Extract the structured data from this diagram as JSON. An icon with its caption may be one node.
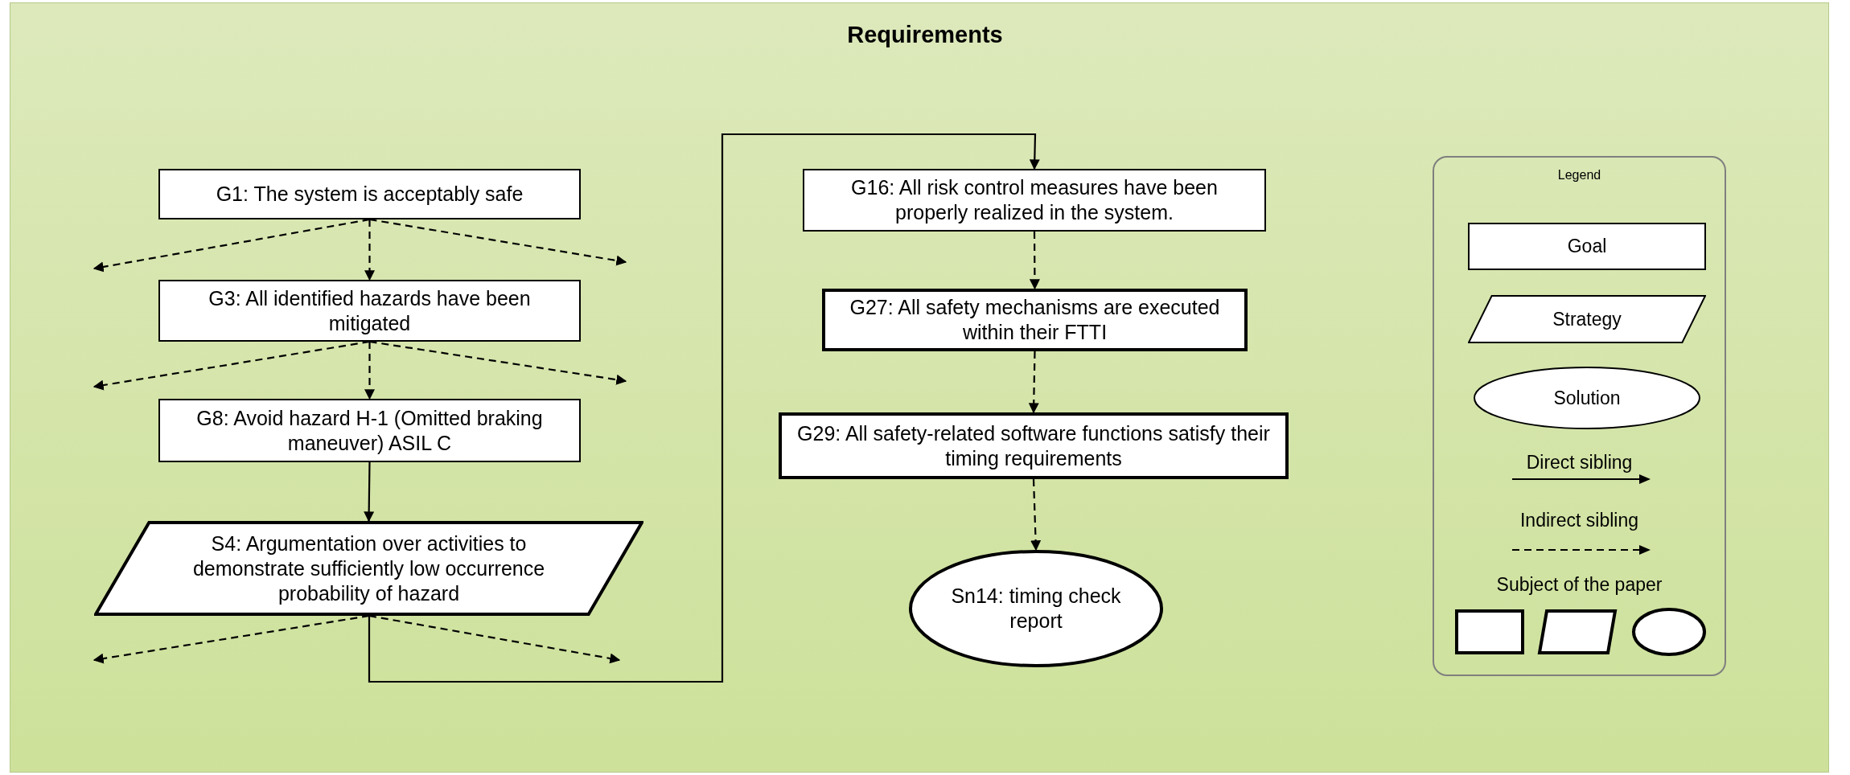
{
  "diagram": {
    "title": "Requirements",
    "nodes": [
      {
        "text": [
          "G1: The system is acceptably safe"
        ]
      },
      {
        "text": [
          "G3: All identified hazards have been mitigated"
        ]
      },
      {
        "text": [
          "G8: Avoid hazard H-1 (Omitted braking maneuver) ASIL C"
        ]
      },
      {
        "text": [
          "S4: Argumentation over activities to demonstrate sufficiently low occurrence probability of hazard"
        ]
      },
      {
        "text": [
          "G16: All risk control measures have been properly realized in the system."
        ]
      },
      {
        "text": [
          "G27: All safety mechanisms are executed within their FTTI"
        ]
      },
      {
        "text": [
          "G29: All safety-related software functions satisfy their timing requirements"
        ]
      },
      {
        "text": [
          "Sn14: timing check report"
        ]
      }
    ],
    "edges": [
      {
        "from": 0,
        "to": 1,
        "arrow": "to",
        "style": "dashed"
      },
      {
        "from": 0,
        "to": null,
        "arrow": "to",
        "style": "dashed"
      },
      {
        "from": 0,
        "to": null,
        "arrow": "to",
        "style": "dashed"
      },
      {
        "from": 1,
        "to": 2,
        "arrow": "to",
        "style": "dashed"
      },
      {
        "from": 1,
        "to": null,
        "arrow": "to",
        "style": "dashed"
      },
      {
        "from": 1,
        "to": null,
        "arrow": "to",
        "style": "dashed"
      },
      {
        "from": 2,
        "to": 3,
        "arrow": "to"
      },
      {
        "from": 3,
        "to": null,
        "arrow": "to",
        "style": "dashed"
      },
      {
        "from": 3,
        "to": null,
        "arrow": "to",
        "style": "dashed"
      },
      {
        "from": 3,
        "to": 4,
        "arrow": "to"
      },
      {
        "from": 4,
        "to": 5,
        "arrow": "to",
        "style": "dashed"
      },
      {
        "from": 5,
        "to": 6,
        "arrow": "to",
        "style": "dashed"
      },
      {
        "from": 6,
        "to": 7,
        "arrow": "to",
        "style": "dashed"
      }
    ],
    "labels": [
      "Legend"
    ],
    "legend": [
      {
        "text": "Goal"
      },
      {
        "text": "Strategy"
      },
      {
        "text": "Solution"
      },
      {
        "text": "Direct sibling"
      },
      {
        "text": "Indirect sibling"
      },
      {
        "text": "Subject of the paper"
      }
    ]
  }
}
